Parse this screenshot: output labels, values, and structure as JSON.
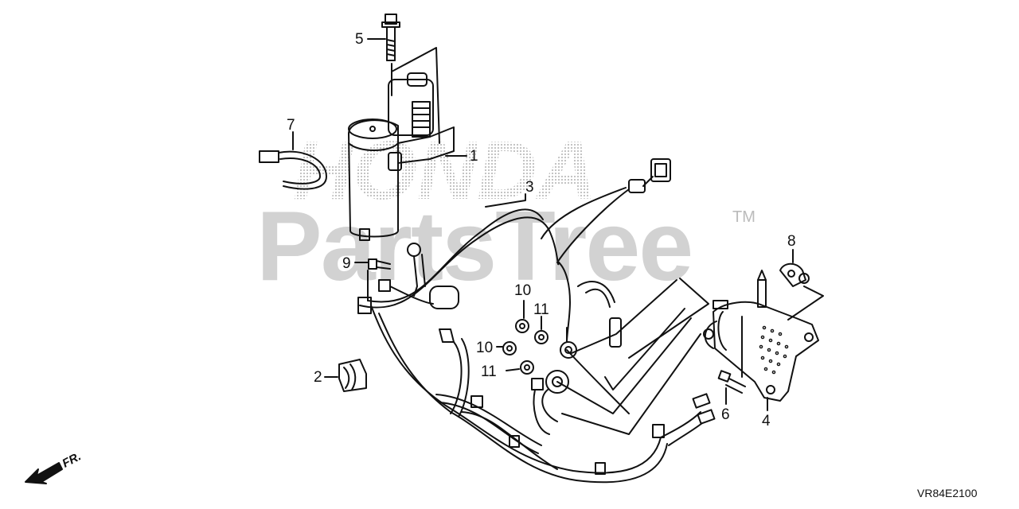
{
  "watermark": {
    "brand": "HONDA",
    "text": "PartsTree",
    "trademark": "TM"
  },
  "diagram_code": "VR84E2100",
  "direction_label": "FR.",
  "callouts": [
    {
      "id": "c1",
      "label": "1"
    },
    {
      "id": "c2",
      "label": "2"
    },
    {
      "id": "c3",
      "label": "3"
    },
    {
      "id": "c4",
      "label": "4"
    },
    {
      "id": "c5",
      "label": "5"
    },
    {
      "id": "c6",
      "label": "6"
    },
    {
      "id": "c7",
      "label": "7"
    },
    {
      "id": "c8",
      "label": "8"
    },
    {
      "id": "c9",
      "label": "9"
    },
    {
      "id": "c10a",
      "label": "10"
    },
    {
      "id": "c10b",
      "label": "10"
    },
    {
      "id": "c11a",
      "label": "11"
    },
    {
      "id": "c11b",
      "label": "11"
    }
  ],
  "colors": {
    "line": "#111111",
    "watermark": "#d2d2d2",
    "brand_dots": "#bdbdbd"
  }
}
